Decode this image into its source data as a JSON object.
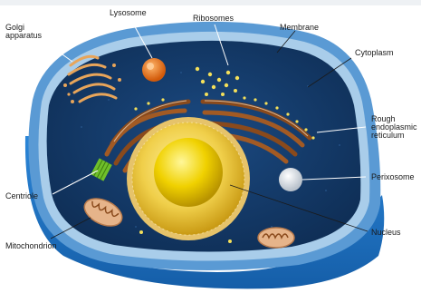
{
  "diagram": {
    "labels": {
      "golgi_line1": "Golgi",
      "golgi_line2": "apparatus",
      "lysosome": "Lysosome",
      "ribosomes": "Ribosomes",
      "membrane": "Membrane",
      "cytoplasm": "Cytoplasm",
      "rough_er_line1": "Rough",
      "rough_er_line2": "endoplasmic",
      "rough_er_line3": "reticulum",
      "perixosome": "Perixosome",
      "centriole": "Centriole",
      "nucleus": "Nucleus",
      "mitochondrion": "Mitochondrion"
    },
    "colors": {
      "membrane_outer": "#4a8fd0",
      "membrane_inner": "#9fc7e6",
      "cytoplasm": "#123a6b",
      "base_blue": "#1f6fc4",
      "nucleus_envelope": "#f3d27a",
      "nucleolus": "#e6c400",
      "er_brown": "#8a4a1c",
      "lysosome": "#f07f1d",
      "ribosome": "#f4e05a"
    }
  }
}
